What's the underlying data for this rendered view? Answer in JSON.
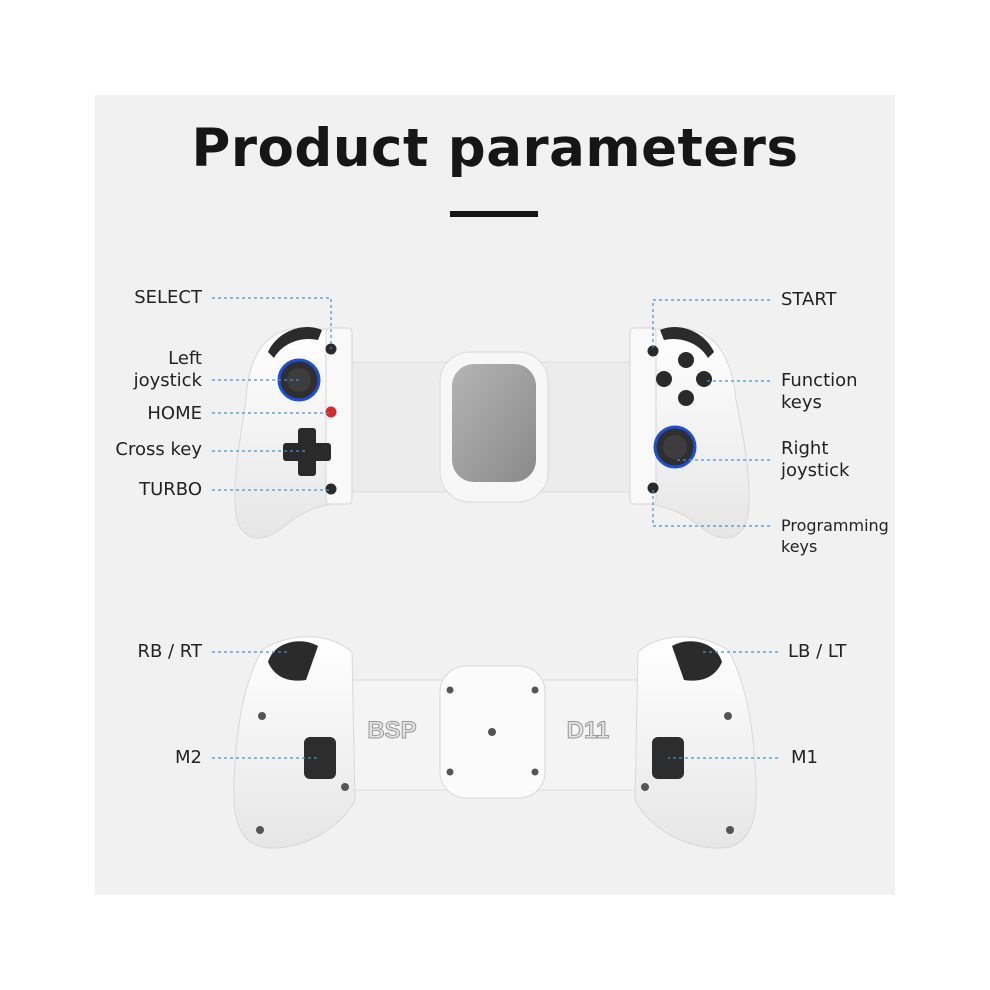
{
  "title": "Product parameters",
  "brand": {
    "logo_text": "BSP",
    "model": "D11"
  },
  "colors": {
    "body": "#f5f5f5",
    "joystick_ring": "#1f4fd6",
    "home_button": "#d62a2a",
    "clamp_pad": "#9a9a9a",
    "leader": "#4a8fd6"
  },
  "front_view": {
    "left_labels": [
      "SELECT",
      "Left\njoystick",
      "HOME",
      "Cross key",
      "TURBO"
    ],
    "right_labels": [
      "START",
      "Function\nkeys",
      "Right\njoystick",
      "Programming\nkeys"
    ]
  },
  "back_view": {
    "left_labels": [
      "RB / RT",
      "M2"
    ],
    "right_labels": [
      "LB / LT",
      "M1"
    ]
  }
}
